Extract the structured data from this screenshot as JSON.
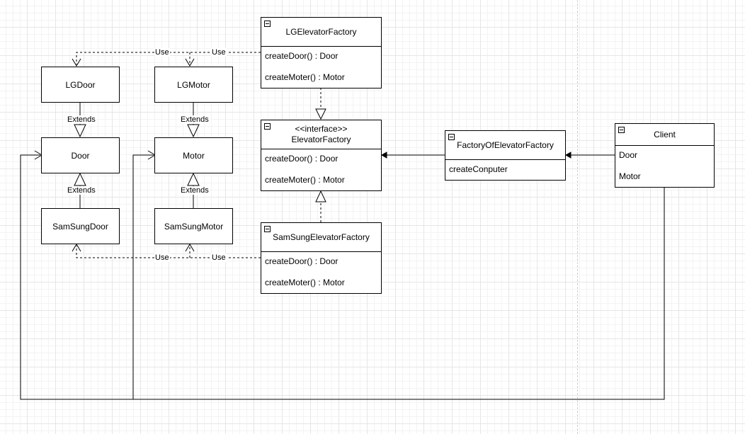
{
  "classes": {
    "lg_door": "LGDoor",
    "lg_motor": "LGMotor",
    "door": "Door",
    "motor": "Motor",
    "samsung_door": "SamSungDoor",
    "samsung_motor": "SamSungMotor",
    "lg_factory": {
      "name": "LGElevatorFactory",
      "members": [
        "createDoor() : Door",
        "createMoter() : Motor"
      ]
    },
    "elevator_factory": {
      "stereotype": "<<interface>>",
      "name": "ElevatorFactory",
      "members": [
        "createDoor() : Door",
        "createMoter() : Motor"
      ]
    },
    "samsung_factory": {
      "name": "SamSungElevatorFactory",
      "members": [
        "createDoor() : Door",
        "createMoter() : Motor"
      ]
    },
    "factory_of_factory": {
      "name": "FactoryOfElevatorFactory",
      "members": [
        "createConputer"
      ]
    },
    "client": {
      "name": "Client",
      "members": [
        "Door",
        "Motor"
      ]
    }
  },
  "edge_labels": {
    "use": "Use",
    "extends": "Extends"
  }
}
